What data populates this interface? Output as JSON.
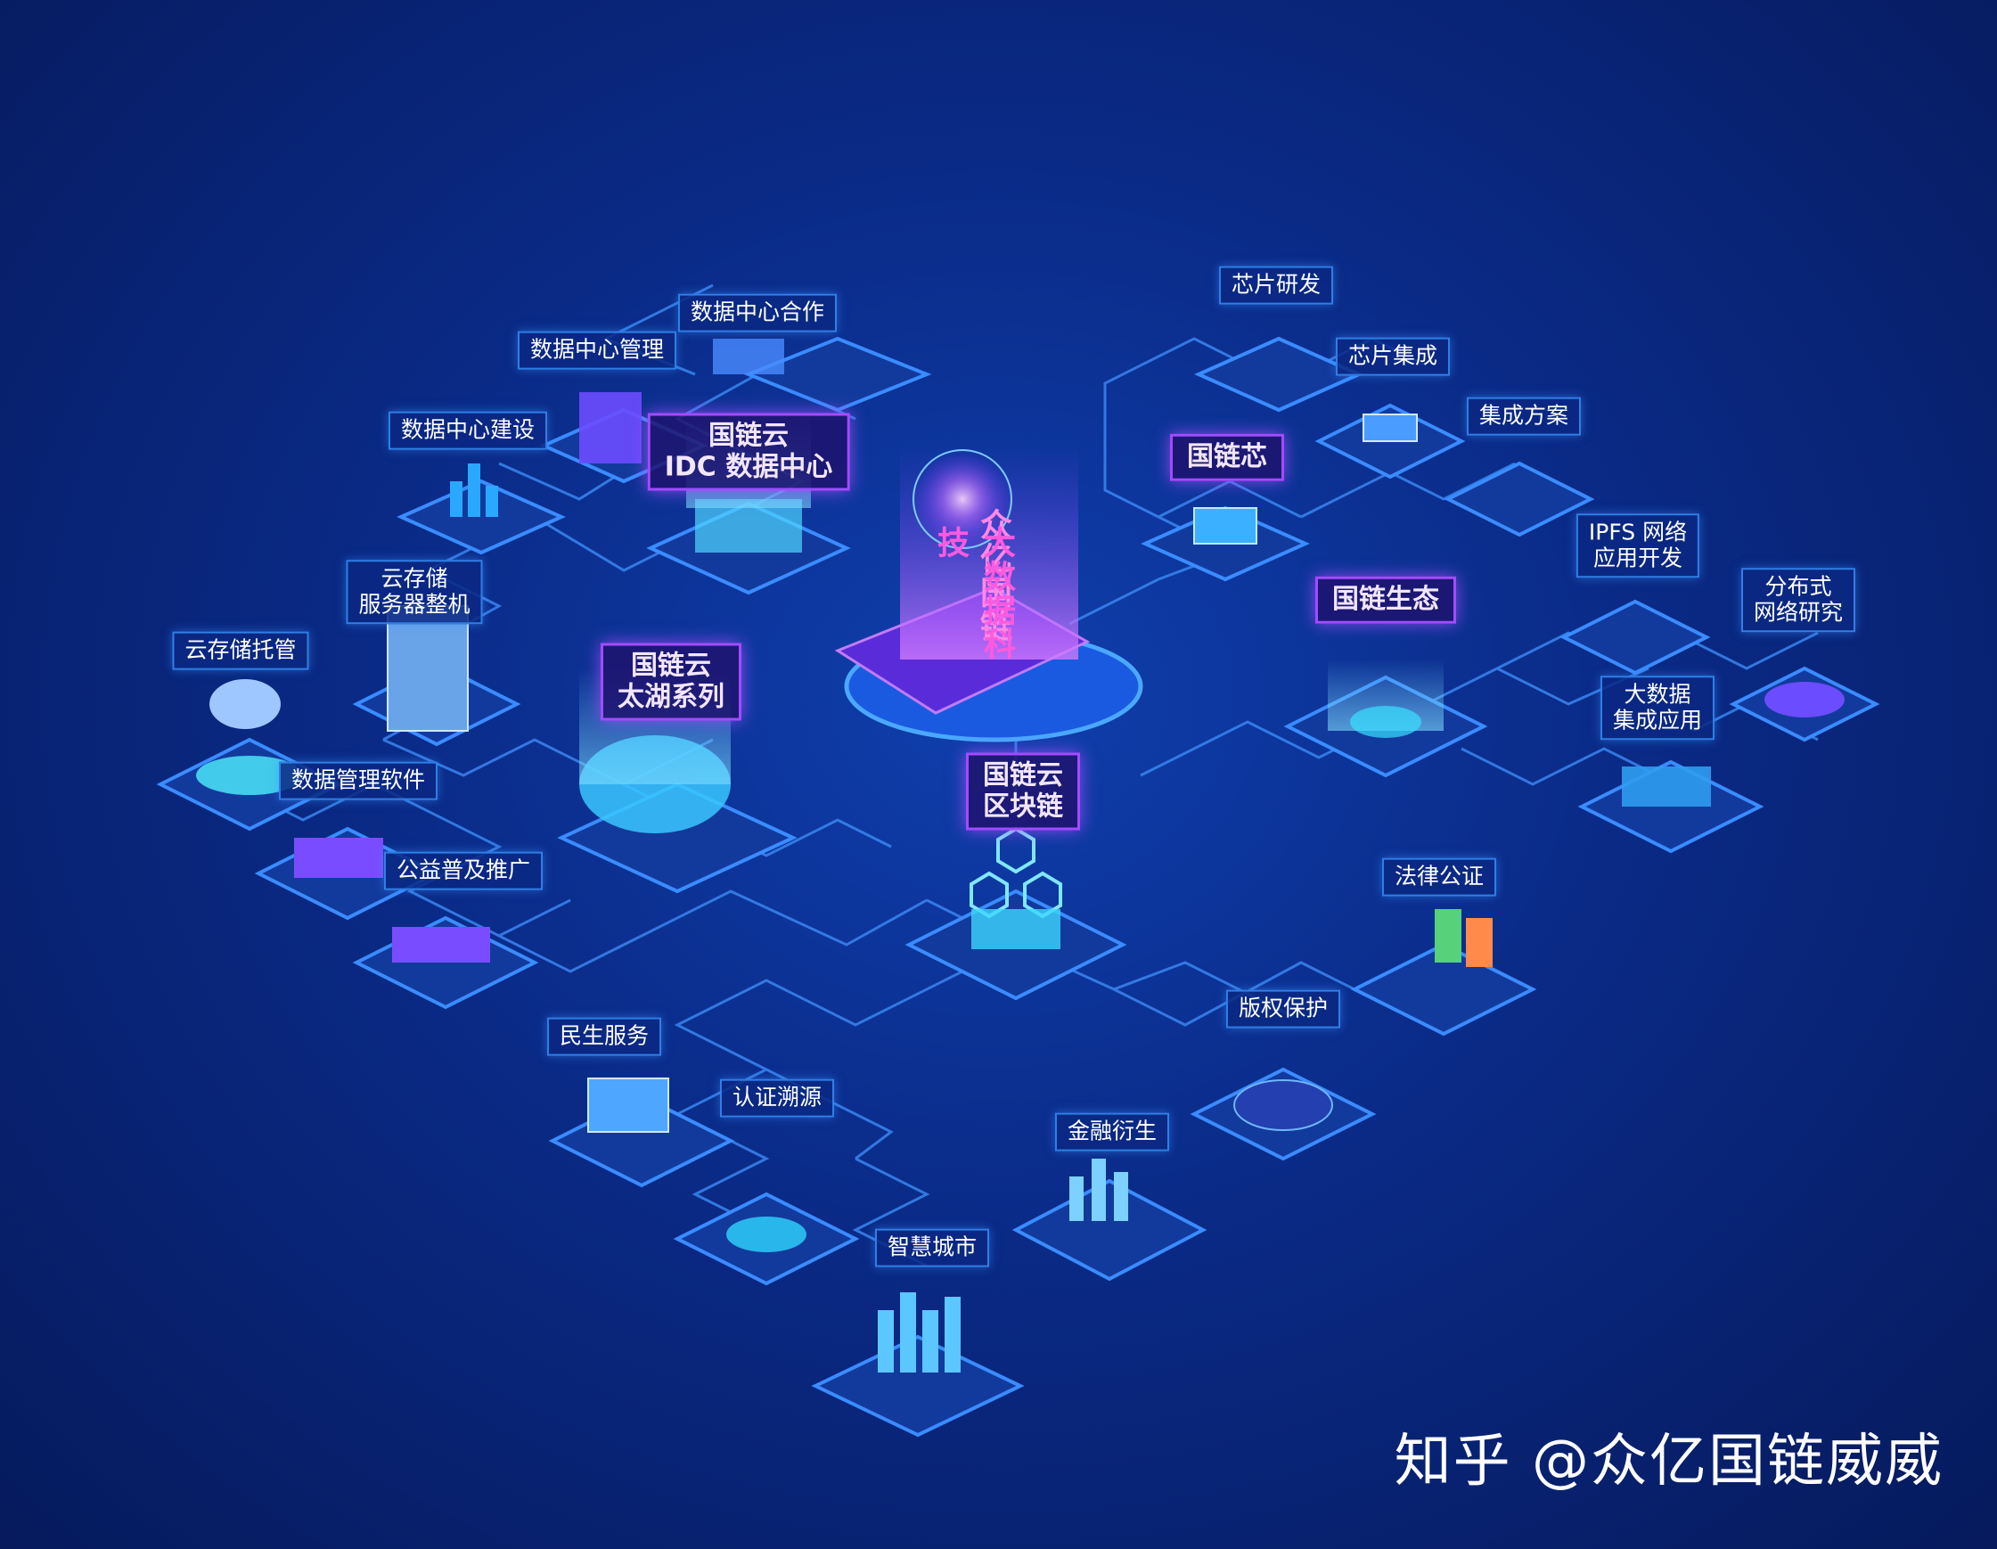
{
  "hub": {
    "lines": [
      "众亿国链",
      "大数据科技"
    ]
  },
  "categories": {
    "idc": [
      "国链云",
      "IDC 数据中心"
    ],
    "taihu": [
      "国链云",
      "太湖系列"
    ],
    "blockchain": [
      "国链云",
      "区块链"
    ],
    "chip": "国链芯",
    "ecology": "国链生态"
  },
  "nodes": {
    "dc_cooperation": "数据中心合作",
    "dc_management": "数据中心管理",
    "dc_construction": "数据中心建设",
    "cloud_storage_server": [
      "云存储",
      "服务器整机"
    ],
    "cloud_storage_hosting": "云存储托管",
    "data_mgmt_software": "数据管理软件",
    "public_promotion": "公益普及推广",
    "chip_rd": "芯片研发",
    "chip_integration": "芯片集成",
    "integration_solution": "集成方案",
    "ipfs_dev": [
      "IPFS 网络",
      "应用开发"
    ],
    "distributed_research": [
      "分布式",
      "网络研究"
    ],
    "bigdata_app": [
      "大数据",
      "集成应用"
    ],
    "legal_notary": "法律公证",
    "copyright_protection": "版权保护",
    "financial_derivatives": "金融衍生",
    "smart_city": "智慧城市",
    "authentication_trace": "认证溯源",
    "livelihood_service": "民生服务"
  },
  "watermark": "知乎 @众亿国链威威",
  "colors": {
    "background": "#0a2a86",
    "line": "#3a86f0",
    "platform": "#1a6cf0",
    "accent_purple": "#a24bff",
    "label_border": "#2f7fe6"
  }
}
